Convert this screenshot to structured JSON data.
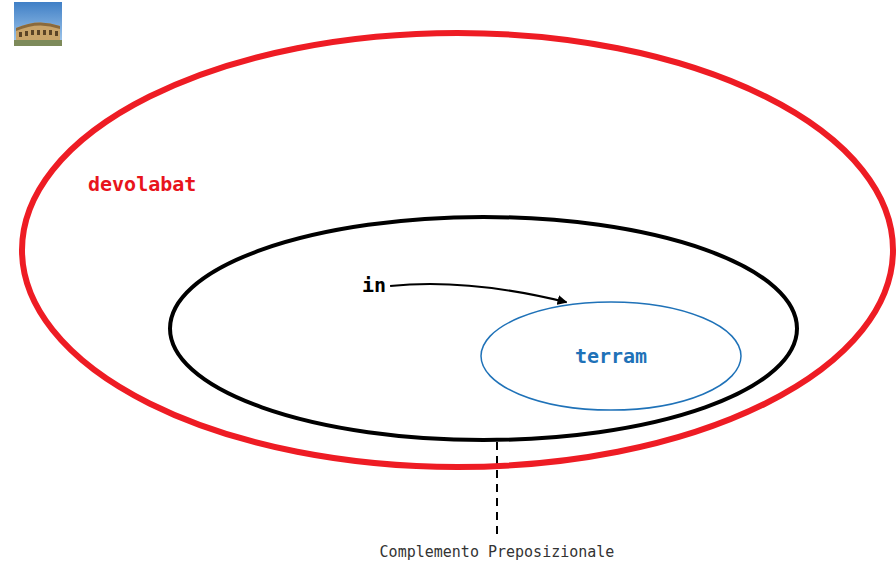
{
  "diagram": {
    "nodes": [
      {
        "text": [
          "devolabat"
        ]
      },
      {
        "text": [
          "in"
        ],
        "in": 0
      },
      {
        "text": [
          "terram"
        ],
        "in": 1
      }
    ],
    "edges": [
      {
        "from": 1,
        "to": 2,
        "arrow": "to"
      }
    ],
    "labels": [
      "Complemento Preposizionale"
    ]
  }
}
